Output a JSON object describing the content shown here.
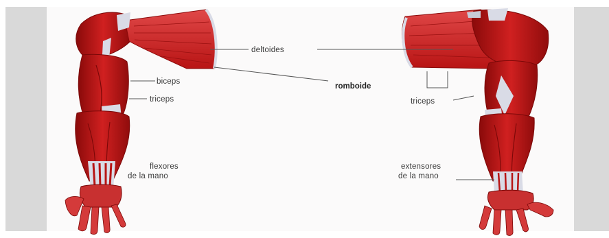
{
  "labels": {
    "deltoides": "deltoides",
    "romboide": "romboide",
    "biceps": "biceps",
    "triceps_left": "triceps",
    "triceps_right": "triceps",
    "flexores_1": "flexores",
    "flexores_2": "de la mano",
    "extensores_1": "extensores",
    "extensores_2": "de la mano"
  },
  "colors": {
    "muscle": "#c01818",
    "muscle_dark": "#8a0a0a",
    "muscle_light": "#e05050",
    "tendon": "#d9dbe6",
    "leader_line": "#555555",
    "side_band": "#d9d9d9"
  }
}
